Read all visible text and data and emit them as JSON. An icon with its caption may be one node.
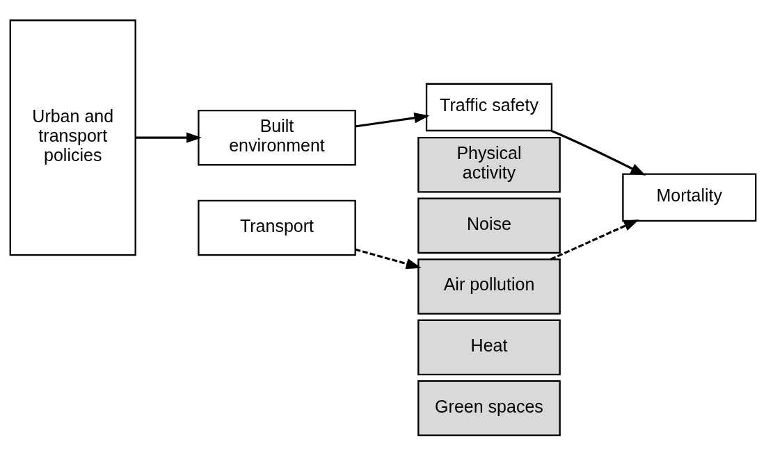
{
  "diagram": {
    "nodes": [
      {
        "text": [
          "Urban and transport policies"
        ]
      },
      {
        "text": [
          "Built environment"
        ]
      },
      {
        "text": [
          "Transport"
        ]
      },
      {
        "text": [
          "Traffic safety"
        ]
      },
      {
        "text": [
          "Mortality"
        ]
      },
      {
        "text": [
          "Physical activity"
        ]
      },
      {
        "text": [
          "Noise"
        ]
      },
      {
        "text": [
          "Air pollution"
        ]
      },
      {
        "text": [
          "Heat"
        ]
      },
      {
        "text": [
          "Green spaces"
        ]
      }
    ],
    "edges": [
      {
        "from": 0,
        "to": 1,
        "arrow": "to"
      },
      {
        "from": 1,
        "to": 3,
        "arrow": "to"
      },
      {
        "from": 3,
        "to": 4,
        "arrow": "to"
      },
      {
        "from": 2,
        "to": 7,
        "arrow": "to",
        "style": "dashed"
      },
      {
        "from": 7,
        "to": 4,
        "arrow": "to",
        "style": "dashed"
      }
    ]
  }
}
